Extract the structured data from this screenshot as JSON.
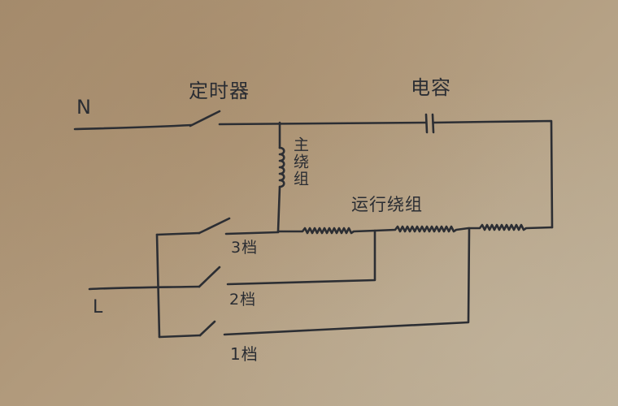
{
  "diagram": {
    "title": "Fan motor 3-speed wiring (hand-drawn)",
    "background_color": "#b29c80",
    "ink_color": "#2c2e33",
    "labels": {
      "neutral": "N",
      "live": "L",
      "timer": "定时器",
      "capacitor": "电容",
      "main_winding": "主绕组",
      "run_winding": "运行绕组",
      "speed_3": "3档",
      "speed_2": "2档",
      "speed_1": "1档"
    },
    "components": [
      {
        "id": "timer-switch",
        "type": "switch",
        "label": "定时器"
      },
      {
        "id": "capacitor",
        "type": "capacitor",
        "label": "电容"
      },
      {
        "id": "main-winding",
        "type": "inductor",
        "label": "主绕组"
      },
      {
        "id": "run-winding",
        "type": "resistor-coil-chain",
        "segments": 3,
        "label": "运行绕组"
      },
      {
        "id": "speed-switch-3",
        "type": "switch",
        "label": "3档"
      },
      {
        "id": "speed-switch-2",
        "type": "switch",
        "label": "2档"
      },
      {
        "id": "speed-switch-1",
        "type": "switch",
        "label": "1档"
      }
    ]
  }
}
